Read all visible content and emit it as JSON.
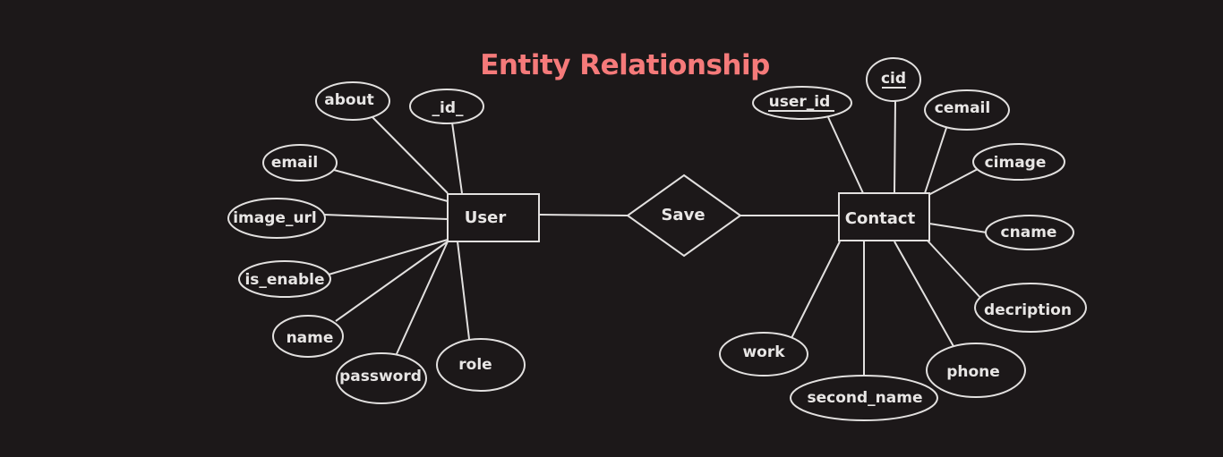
{
  "title": "Entity Relationship",
  "colors": {
    "background": "#1c1819",
    "title": "#f57a7a",
    "stroke": "#e2e0df",
    "text": "#e8e6e5"
  },
  "entities": {
    "user": "User",
    "contact": "Contact"
  },
  "relationship": "Save",
  "user_attributes": {
    "about": "about",
    "id": "_id_",
    "email": "email",
    "image_url": "image_url",
    "is_enable": "is_enable",
    "name": "name",
    "password": "password",
    "role": "role"
  },
  "contact_attributes": {
    "user_id": "user_id",
    "cid": "cid",
    "cemail": "cemail",
    "cimage": "cimage",
    "cname": "cname",
    "decription": "decription",
    "phone": "phone",
    "second_name": "second_name",
    "work": "work"
  }
}
